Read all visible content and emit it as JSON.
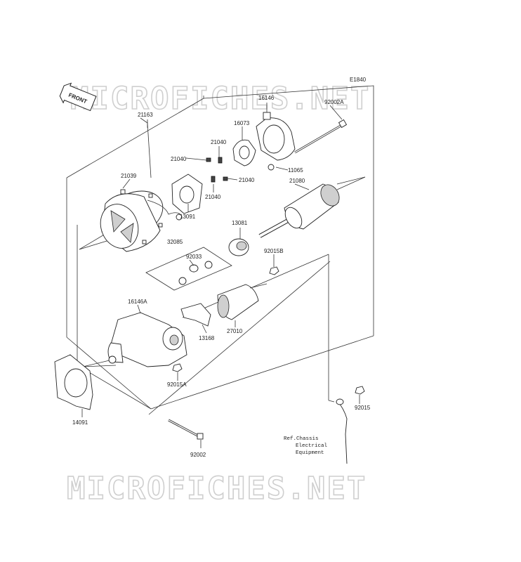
{
  "diagram_code": "E1840",
  "front_label": "FRONT",
  "watermark": "MICROFICHES.NET",
  "reference_note": [
    "Ref.Chassis",
    "Electrical",
    "Equipment"
  ],
  "parts": {
    "p21163": "21163",
    "p16146": "16146",
    "p92002A": "92002A",
    "p16073": "16073",
    "p21040a": "21040",
    "p21040b": "21040",
    "p21040c": "21040",
    "p21040d": "21040",
    "p11065": "11065",
    "p21039": "21039",
    "p21080": "21080",
    "p13091": "13091",
    "p13081": "13081",
    "p32085": "32085",
    "p92033": "92033",
    "p92015B": "92015B",
    "p16146A": "16146A",
    "p27010": "27010",
    "p13168": "13168",
    "p92015A": "92015A",
    "p14091": "14091",
    "p92015": "92015",
    "p92002": "92002"
  }
}
